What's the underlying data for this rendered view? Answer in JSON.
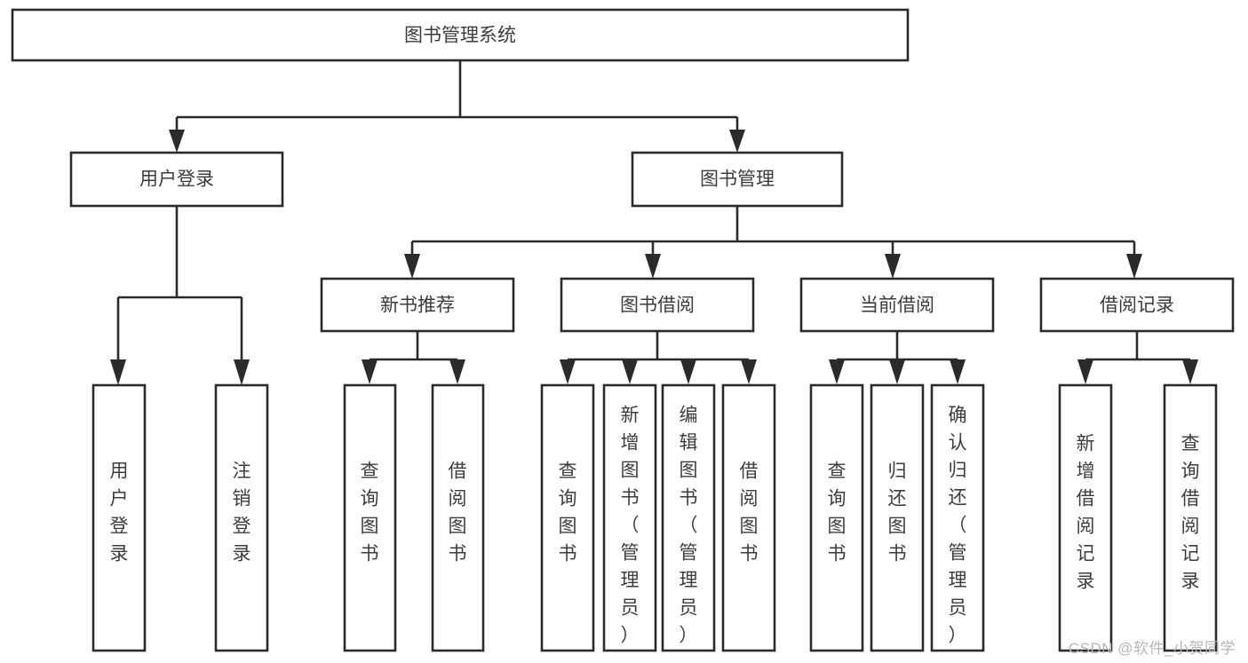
{
  "diagram": {
    "type": "tree-hierarchy-chart",
    "title": "图书管理系统",
    "orientation": "top-down",
    "colors": {
      "box_fill": "#ffffff",
      "box_stroke": "#2b2b2b",
      "text": "#3c3c3c",
      "background": "#ffffff",
      "watermark": "#b6b6b6"
    },
    "levels": [
      {
        "level": 1,
        "nodes": [
          {
            "id": "root",
            "label": "图书管理系统",
            "text_orientation": "horizontal"
          }
        ]
      },
      {
        "level": 2,
        "nodes": [
          {
            "id": "login",
            "label": "用户登录",
            "text_orientation": "horizontal",
            "parent": "root"
          },
          {
            "id": "bookmgmt",
            "label": "图书管理",
            "text_orientation": "horizontal",
            "parent": "root"
          }
        ]
      },
      {
        "level": 3,
        "nodes": [
          {
            "id": "newbook",
            "label": "新书推荐",
            "text_orientation": "horizontal",
            "parent": "bookmgmt"
          },
          {
            "id": "borrow",
            "label": "图书借阅",
            "text_orientation": "horizontal",
            "parent": "bookmgmt"
          },
          {
            "id": "current",
            "label": "当前借阅",
            "text_orientation": "horizontal",
            "parent": "bookmgmt"
          },
          {
            "id": "records",
            "label": "借阅记录",
            "text_orientation": "horizontal",
            "parent": "bookmgmt"
          }
        ]
      },
      {
        "level": 4,
        "nodes": [
          {
            "id": "leaf1",
            "label": "用户登录",
            "text_orientation": "vertical",
            "parent": "login"
          },
          {
            "id": "leaf2",
            "label": "注销登录",
            "text_orientation": "vertical",
            "parent": "login"
          },
          {
            "id": "leaf3",
            "label": "查询图书",
            "text_orientation": "vertical",
            "parent": "newbook"
          },
          {
            "id": "leaf4",
            "label": "借阅图书",
            "text_orientation": "vertical",
            "parent": "newbook"
          },
          {
            "id": "leaf5",
            "label": "查询图书",
            "text_orientation": "vertical",
            "parent": "borrow"
          },
          {
            "id": "leaf6",
            "label": "新增图书（管理员）",
            "text_orientation": "vertical",
            "parent": "borrow"
          },
          {
            "id": "leaf7",
            "label": "编辑图书（管理员）",
            "text_orientation": "vertical",
            "parent": "borrow"
          },
          {
            "id": "leaf8",
            "label": "借阅图书",
            "text_orientation": "vertical",
            "parent": "borrow"
          },
          {
            "id": "leaf9",
            "label": "查询图书",
            "text_orientation": "vertical",
            "parent": "current"
          },
          {
            "id": "leaf10",
            "label": "归还图书",
            "text_orientation": "vertical",
            "parent": "current"
          },
          {
            "id": "leaf11",
            "label": "确认归还（管理员）",
            "text_orientation": "vertical",
            "parent": "current"
          },
          {
            "id": "leaf12",
            "label": "新增借阅记录",
            "text_orientation": "vertical",
            "parent": "records"
          },
          {
            "id": "leaf13",
            "label": "查询借阅记录",
            "text_orientation": "vertical",
            "parent": "records"
          }
        ]
      }
    ]
  },
  "watermark": {
    "text": "CSDN @软件_小贺同学"
  },
  "labels": {
    "root": "图书管理系统",
    "login": "用户登录",
    "bookmgmt": "图书管理",
    "newbook": "新书推荐",
    "borrow": "图书借阅",
    "current": "当前借阅",
    "records": "借阅记录",
    "leaf1": "用户登录",
    "leaf2": "注销登录",
    "leaf3": "查询图书",
    "leaf4": "借阅图书",
    "leaf5": "查询图书",
    "leaf6": "新增图书（管理员）",
    "leaf7": "编辑图书（管理员）",
    "leaf8": "借阅图书",
    "leaf9": "查询图书",
    "leaf10": "归还图书",
    "leaf11": "确认归还（管理员）",
    "leaf12": "新增借阅记录",
    "leaf13": "查询借阅记录"
  }
}
